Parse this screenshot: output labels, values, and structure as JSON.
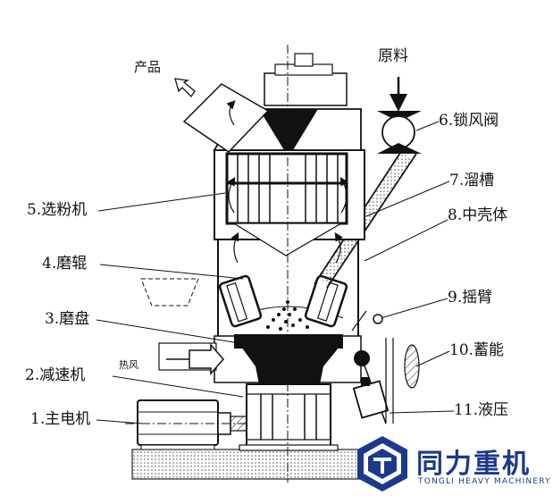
{
  "labels": {
    "raw_material": "原料",
    "product": "产品",
    "hot_air": "热风",
    "part_1": "1.主电机",
    "part_2": "2.减速机",
    "part_3": "3.磨盘",
    "part_4": "4.磨辊",
    "part_5": "5.选粉机",
    "part_6": "6.锁风阀",
    "part_7": "7.溜槽",
    "part_8": "8.中壳体",
    "part_9": "9.摇臂",
    "part_10": "10.蓄能",
    "part_11": "11.液压"
  },
  "logo": {
    "name": "同力重机",
    "subtitle": "TONGLI HEAVY MACHINERY",
    "color": "#1b3a8c"
  }
}
